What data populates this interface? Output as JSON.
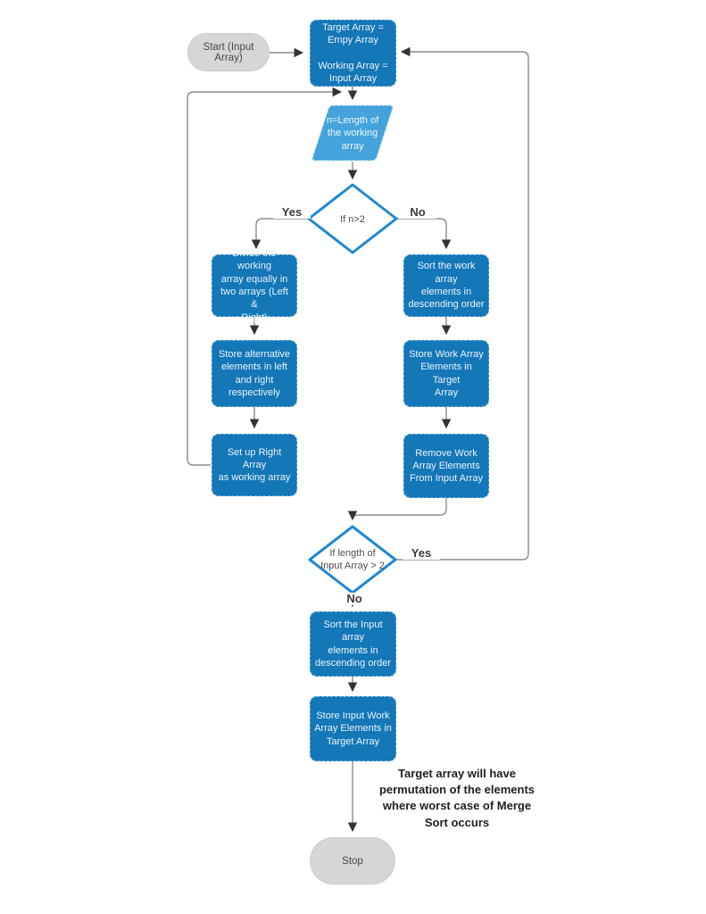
{
  "colors": {
    "process_fill": "#1477b8",
    "io_fill": "#43a3da",
    "decision_stroke": "#1e88d2",
    "terminal_fill": "#d4d6d8",
    "connector": "#8c8c8c",
    "arrowhead": "#333333",
    "label_text": "#3b3b3b"
  },
  "flowchart": {
    "nodes": {
      "start": "Start (Input Array)",
      "init": "Target Array =\nEmpy Array\n\nWorking Array =\nInput  Array",
      "length": "n=Length of\nthe working\narray",
      "decision1": "If n>2",
      "divide": "Divide the working\narray equally in\ntwo arrays (Left &\nRight)",
      "store_alt": "Store alternative\nelements in left\nand right\nrespectively",
      "set_right": "Set up Right Array\nas working array",
      "sort_work": "Sort the work\narray\nelements in\ndescending order",
      "store_work": "Store Work Array\nElements in Target\nArray",
      "remove_work": "Remove Work\nArray Elements\nFrom Input Array",
      "decision2": "If length of\nInput Array > 2",
      "sort_input": "Sort the Input\narray\nelements in\ndescending order",
      "store_input": "Store Input Work\nArray Elements in\nTarget Array",
      "stop": "Stop"
    },
    "edge_labels": {
      "yes1": "Yes",
      "no1": "No",
      "yes2": "Yes",
      "no2": "No"
    },
    "annotation": "Target array will have\npermutation of the elements\nwhere worst case of Merge\nSort occurs"
  }
}
